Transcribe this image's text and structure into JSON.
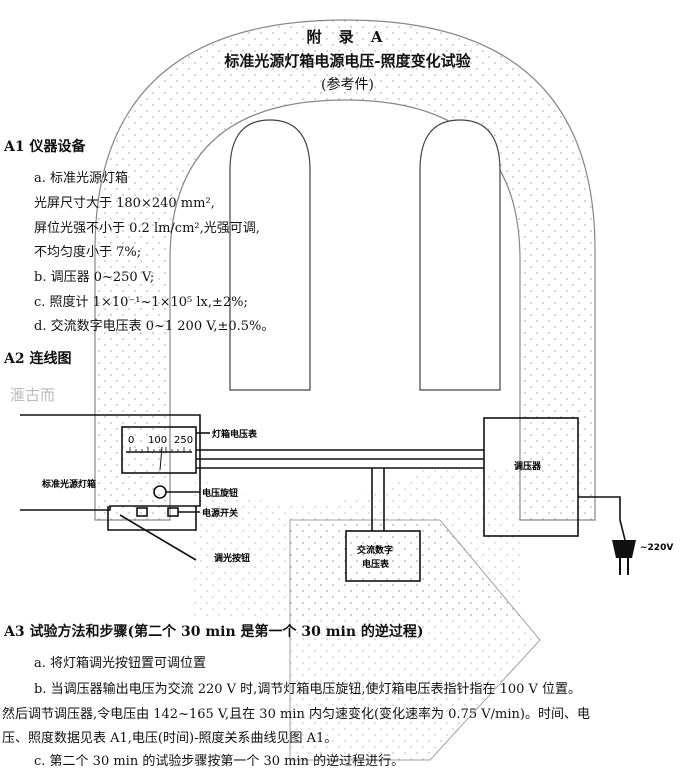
{
  "header": {
    "appendix": "附 录 A",
    "title": "标准光源灯箱电源电压-照度变化试验",
    "subtitle": "(参考件)"
  },
  "a1": {
    "heading": "A1  仪器设备",
    "items": [
      "a.   标准光源灯箱",
      "光屏尺寸大于 180×240 mm²,",
      "屏位光强不小于 0.2 lm/cm²,光强可调,",
      "不均匀度小于 7%;",
      "b.   调压器   0~250 V;",
      "c.   照度计   1×10⁻¹~1×10⁵ lx,±2%;",
      "d.   交流数字电压表   0~1 200 V,±0.5%。"
    ]
  },
  "a2": {
    "heading": "A2  连线图",
    "diagram": {
      "lightbox": "标准光源灯箱",
      "meter_scale": [
        "0",
        "100",
        "250"
      ],
      "meter_label": "灯箱电压表",
      "knob_label": "电压旋钮",
      "switch_label": "电源开关",
      "dimmer_label": "调光按钮",
      "regulator": "调压器",
      "voltmeter_line1": "交流数字",
      "voltmeter_line2": "电压表",
      "mains": "~220V"
    }
  },
  "a3": {
    "heading": "A3  试验方法和步骤(第二个 30 min 是第一个 30 min 的逆过程)",
    "items": [
      "a.    将灯箱调光按钮置可调位置",
      "b.    当调压器输出电压为交流 220 V 时,调节灯箱电压旋钮,使灯箱电压表指针指在 100 V 位置。",
      "然后调节调压器,令电压由 142~165 V,且在 30 min 内匀速变化(变化速率为 0.75 V/min)。时间、电",
      "压、照度数据见表 A1,电压(时间)-照度关系曲线见图 A1。",
      "c.    第二个 30 min 的试验步骤按第一个 30 min 的逆过程进行。"
    ]
  },
  "watermark": "滙古而"
}
